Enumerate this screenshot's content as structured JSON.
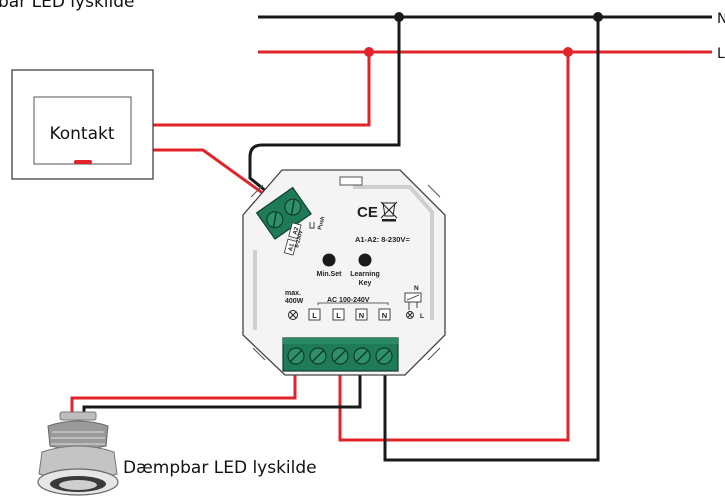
{
  "labels": {
    "top_left_fragment": "bar LED lyskilde",
    "bus_neutral": "N",
    "bus_live": "L",
    "switch": "Kontakt",
    "led_source": "Dæmpbar LED lyskilde"
  },
  "device": {
    "terminal_a1": "A1",
    "terminal_a2": "A2",
    "voltage_small": "8-230V",
    "push_label": "Push",
    "ce_mark": "CE",
    "input_rating": "A1-A2: 8-230V=",
    "button_min_set": "Min.Set",
    "button_learning_line1": "Learning",
    "button_learning_line2": "Key",
    "max_label": "max.",
    "max_power": "400W",
    "ac_range": "AC 100-240V",
    "terminal_l1": "L",
    "terminal_l2": "L",
    "terminal_n1": "N",
    "terminal_n2": "N",
    "right_n": "N",
    "right_l": "L"
  },
  "colors": {
    "live_wire": "#e2232a",
    "neutral_wire": "#1a1a1a",
    "terminal_green": "#1f7a57",
    "device_gray": "#f2f2f2"
  }
}
